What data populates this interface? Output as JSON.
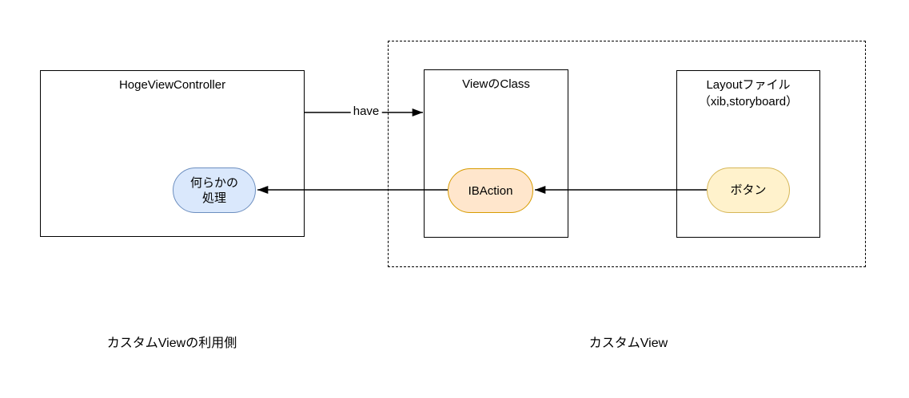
{
  "diagram": {
    "nodes": {
      "hoge_view_controller": {
        "title": "HogeViewController"
      },
      "processing": {
        "label": "何らかの\n処理"
      },
      "view_class": {
        "title": "ViewのClass"
      },
      "ibaction": {
        "label": "IBAction"
      },
      "layout_file": {
        "title": "Layoutファイル\n（xib,storyboard）"
      },
      "button": {
        "label": "ボタン"
      }
    },
    "edges": {
      "have": {
        "label": "have"
      }
    },
    "captions": {
      "left": "カスタムViewの利用側",
      "right": "カスタムView"
    },
    "colors": {
      "background": "#ffffff",
      "line": "#000000",
      "processing_fill": "#dae8fc",
      "processing_stroke": "#6c8ebf",
      "ibaction_fill": "#ffe6cc",
      "ibaction_stroke": "#d79b00",
      "button_fill": "#fff2cc",
      "button_stroke": "#d6b656"
    }
  }
}
